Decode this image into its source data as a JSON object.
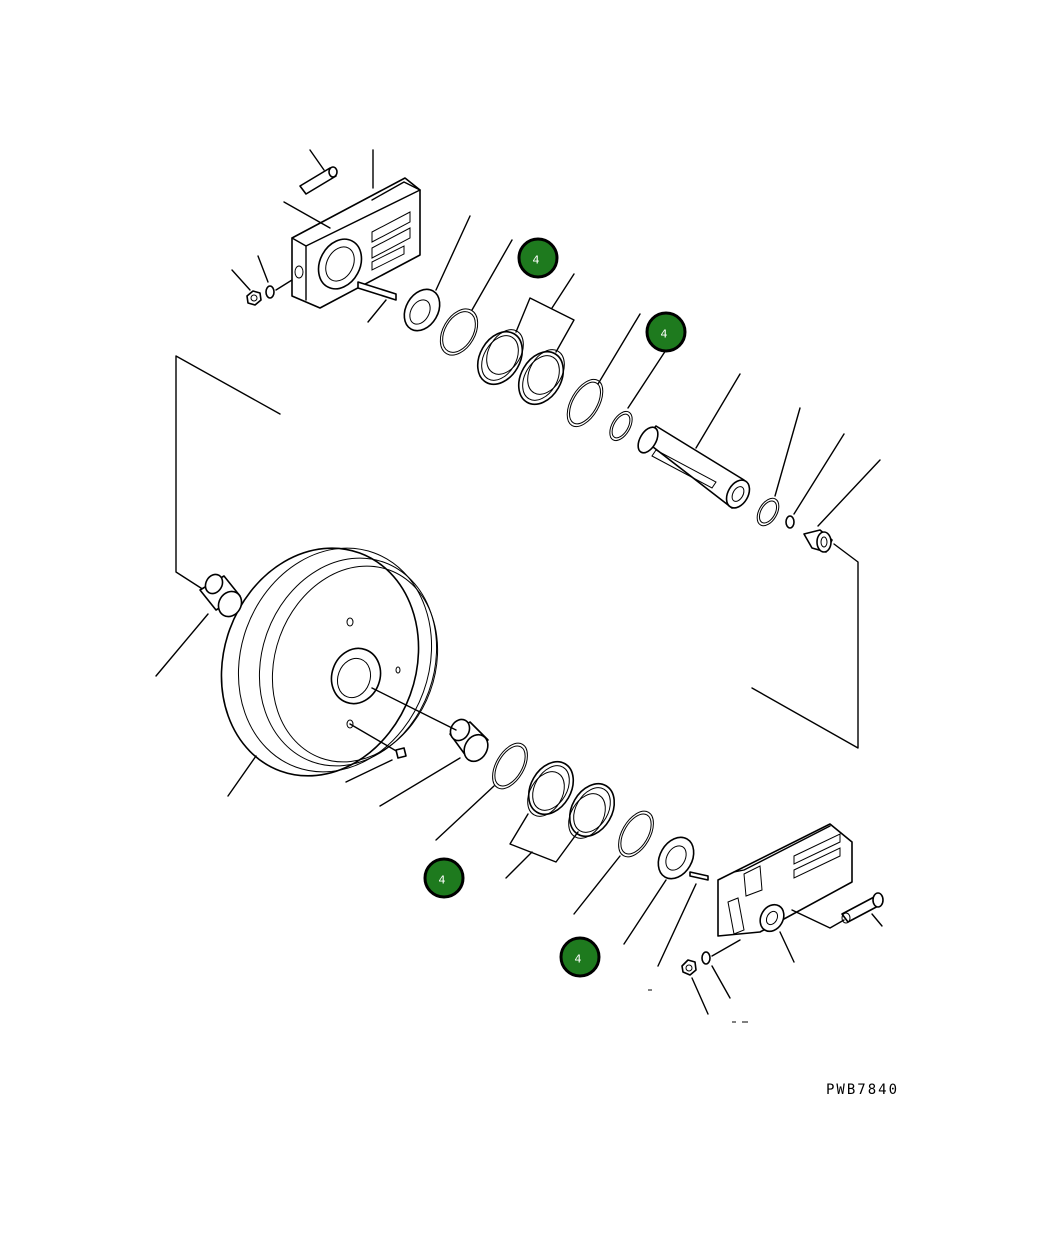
{
  "drawing": {
    "code": "PWB7840"
  },
  "callouts": [
    {
      "id": "badge-1",
      "label": "4",
      "color": "#1e7a1e"
    },
    {
      "id": "badge-2",
      "label": "4",
      "color": "#1e7a1e"
    },
    {
      "id": "badge-3",
      "label": "4",
      "color": "#1e7a1e"
    },
    {
      "id": "badge-4",
      "label": "4",
      "color": "#1e7a1e"
    }
  ]
}
